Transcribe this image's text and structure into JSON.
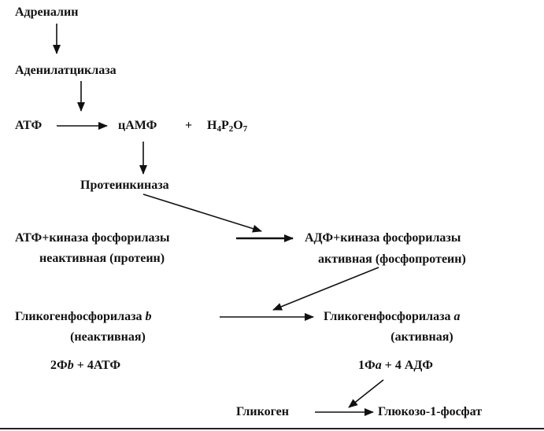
{
  "diagram": {
    "adrenaline": "Адреналин",
    "adenylate_cyclase": "Аденилатциклаза",
    "atp_1": "АТФ",
    "camp": "цАМФ",
    "plus_sign": "+",
    "pyrophosphate": {
      "h": "H",
      "h_sub": "4",
      "p": "P",
      "p_sub": "2",
      "o": "O",
      "o_sub": "7"
    },
    "protein_kinase": "Протеинкиназа",
    "left_kinase_line1": "АТФ+киназа фосфорилазы",
    "left_kinase_line2": "неактивная (протеин)",
    "right_kinase_line1": "АДФ+киназа фосфорилазы",
    "right_kinase_line2": "активная (фосфопротеин)",
    "phos_b_text": "Гликогенфосфорилаза",
    "phos_b_letter": "b",
    "phos_b_state": "(неактивная)",
    "phos_a_text": "Гликогенфосфорилаза",
    "phos_a_letter": "a",
    "phos_a_state": "(активная)",
    "left_eq_prefix": "2Ф",
    "left_eq_letter": "b",
    "left_eq_suffix": "+ 4АТФ",
    "right_eq_prefix": "1Ф",
    "right_eq_letter": "a",
    "right_eq_suffix": "+ 4 АДФ",
    "glycogen": "Гликоген",
    "glucose_phosphate": "Глюкозо-1-фосфат"
  }
}
